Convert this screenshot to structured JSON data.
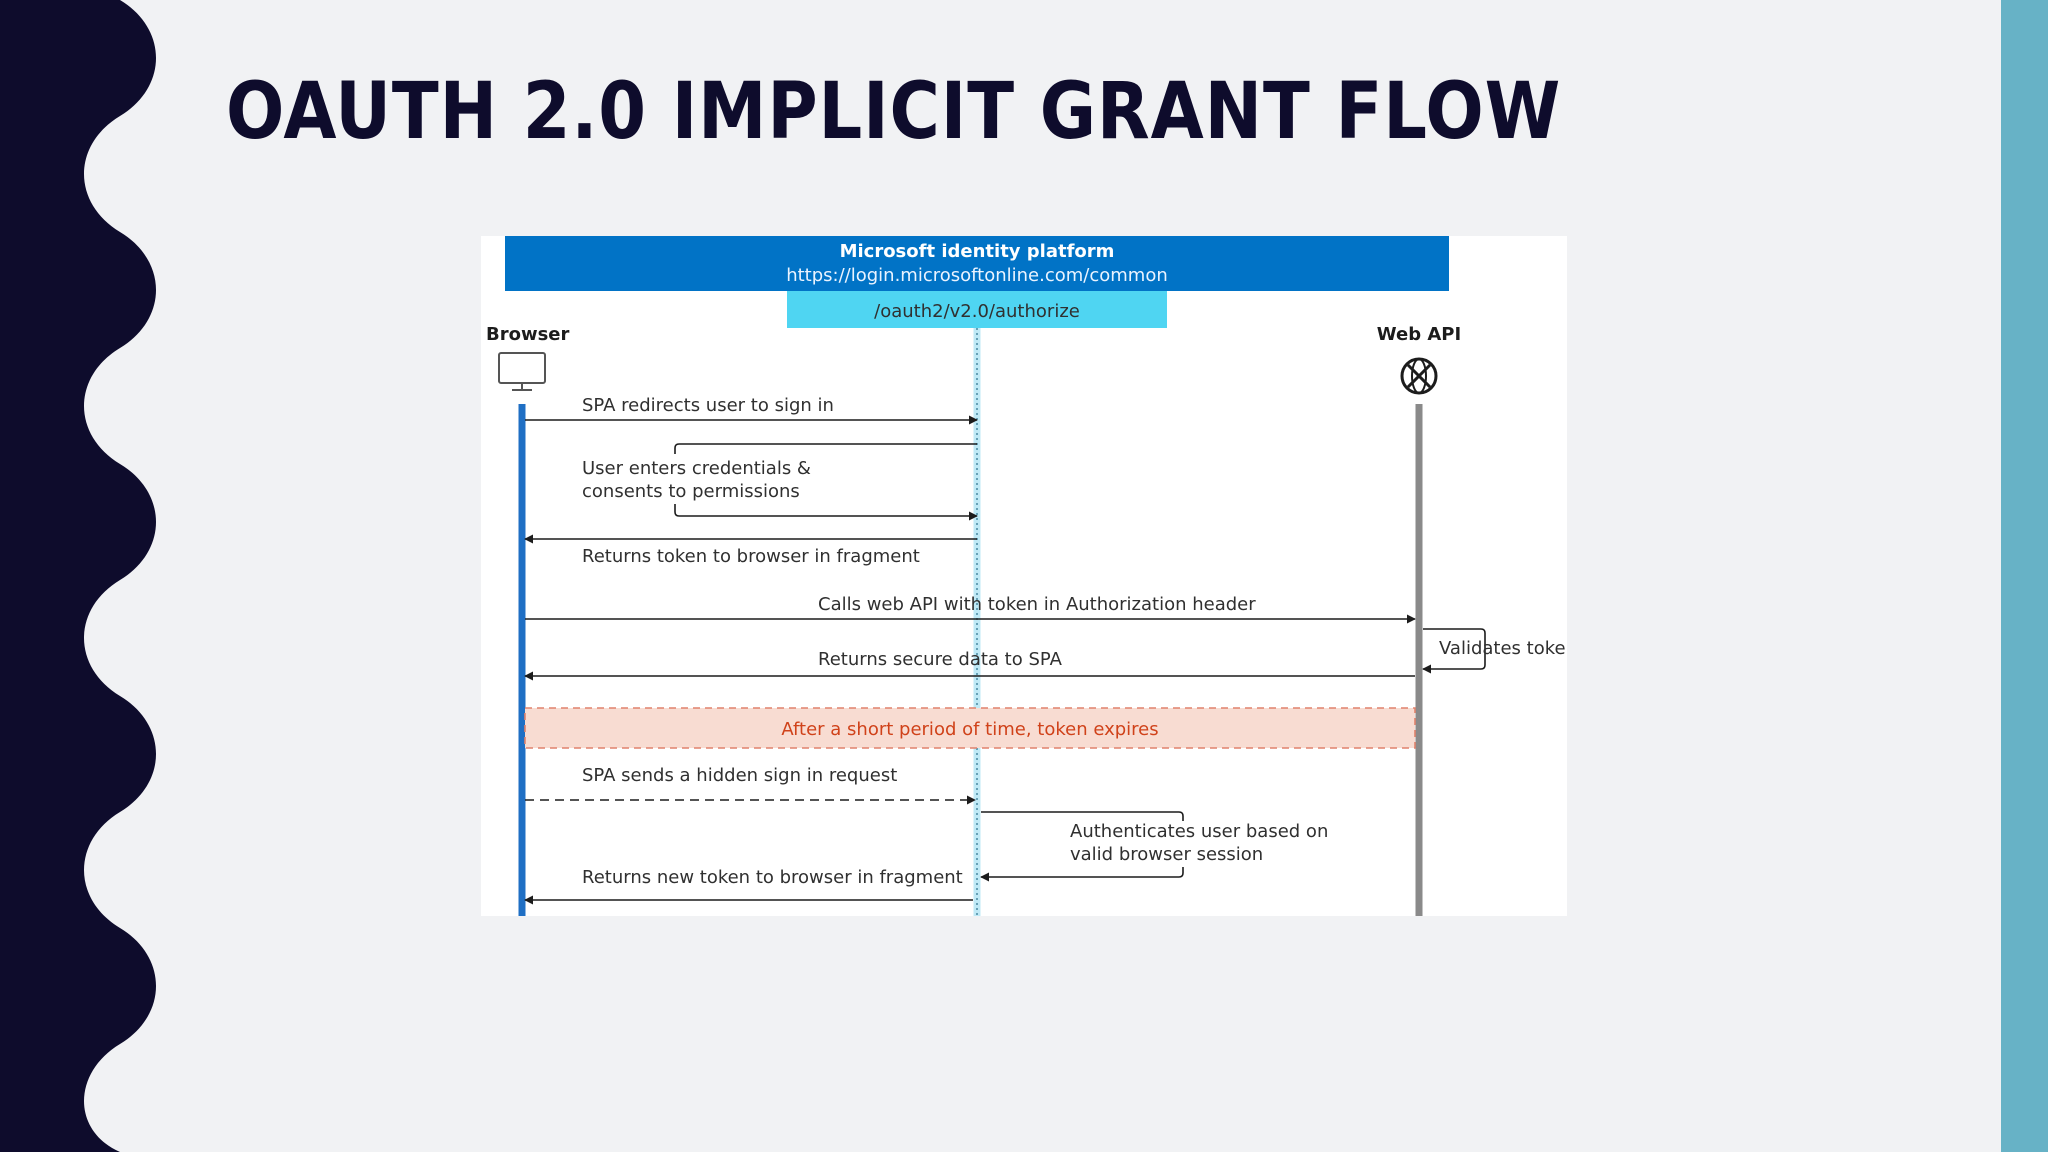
{
  "slide": {
    "title": "OAUTH 2.0 IMPLICIT GRANT FLOW",
    "colors": {
      "background": "#f1f2f4",
      "left_wave": "#0e0c2c",
      "right_bar": "#67b2c6",
      "title": "#0e0c2c"
    }
  },
  "diagram": {
    "platform": {
      "name": "Microsoft identity platform",
      "url": "https://login.microsoftonline.com/common",
      "endpoint": "/oauth2/v2.0/authorize"
    },
    "participants": {
      "browser": "Browser",
      "web_api": "Web API"
    },
    "messages": {
      "spa_redirects": "SPA redirects user to sign in",
      "credentials_line1": "User enters credentials &",
      "credentials_line2": "consents to permissions",
      "returns_token": "Returns token to browser in fragment",
      "calls_api": "Calls web API with token in Authorization header",
      "validates_token": "Validates token",
      "returns_data": "Returns secure data to SPA",
      "token_expires": "After a short period of time, token expires",
      "hidden_signin": "SPA sends a hidden sign in request",
      "authenticates_line1": "Authenticates user based on",
      "authenticates_line2": "valid browser session",
      "returns_new_token": "Returns new token to browser in fragment"
    },
    "colors": {
      "platform_bar": "#0173c6",
      "endpoint_bar": "#4fd5f2",
      "browser_lifeline": "#1f6fc4",
      "webapi_lifeline": "#8a8a8a",
      "expiry_fill": "#f8dcd2",
      "expiry_border": "#e0826d",
      "expiry_text": "#d0421a"
    }
  }
}
